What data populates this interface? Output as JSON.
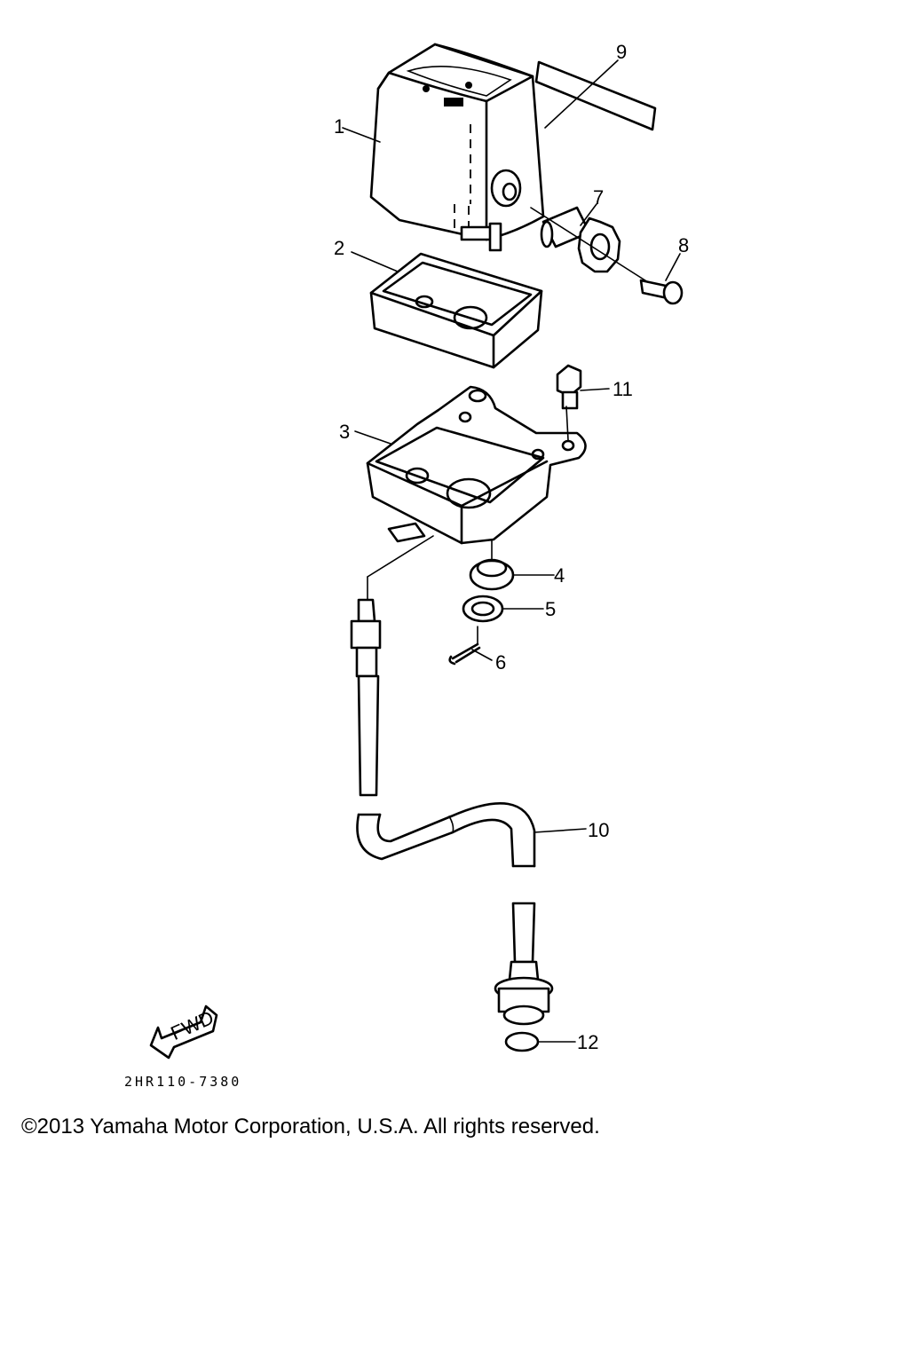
{
  "callouts": {
    "p1": "1",
    "p2": "2",
    "p3": "3",
    "p4": "4",
    "p5": "5",
    "p6": "6",
    "p7": "7",
    "p8": "8",
    "p9": "9",
    "p10": "10",
    "p11": "11",
    "p12": "12"
  },
  "fwd_label": "FWD",
  "drawing_code": "2HR110-7380",
  "copyright": "©2013 Yamaha Motor Corporation, U.S.A. All rights reserved."
}
